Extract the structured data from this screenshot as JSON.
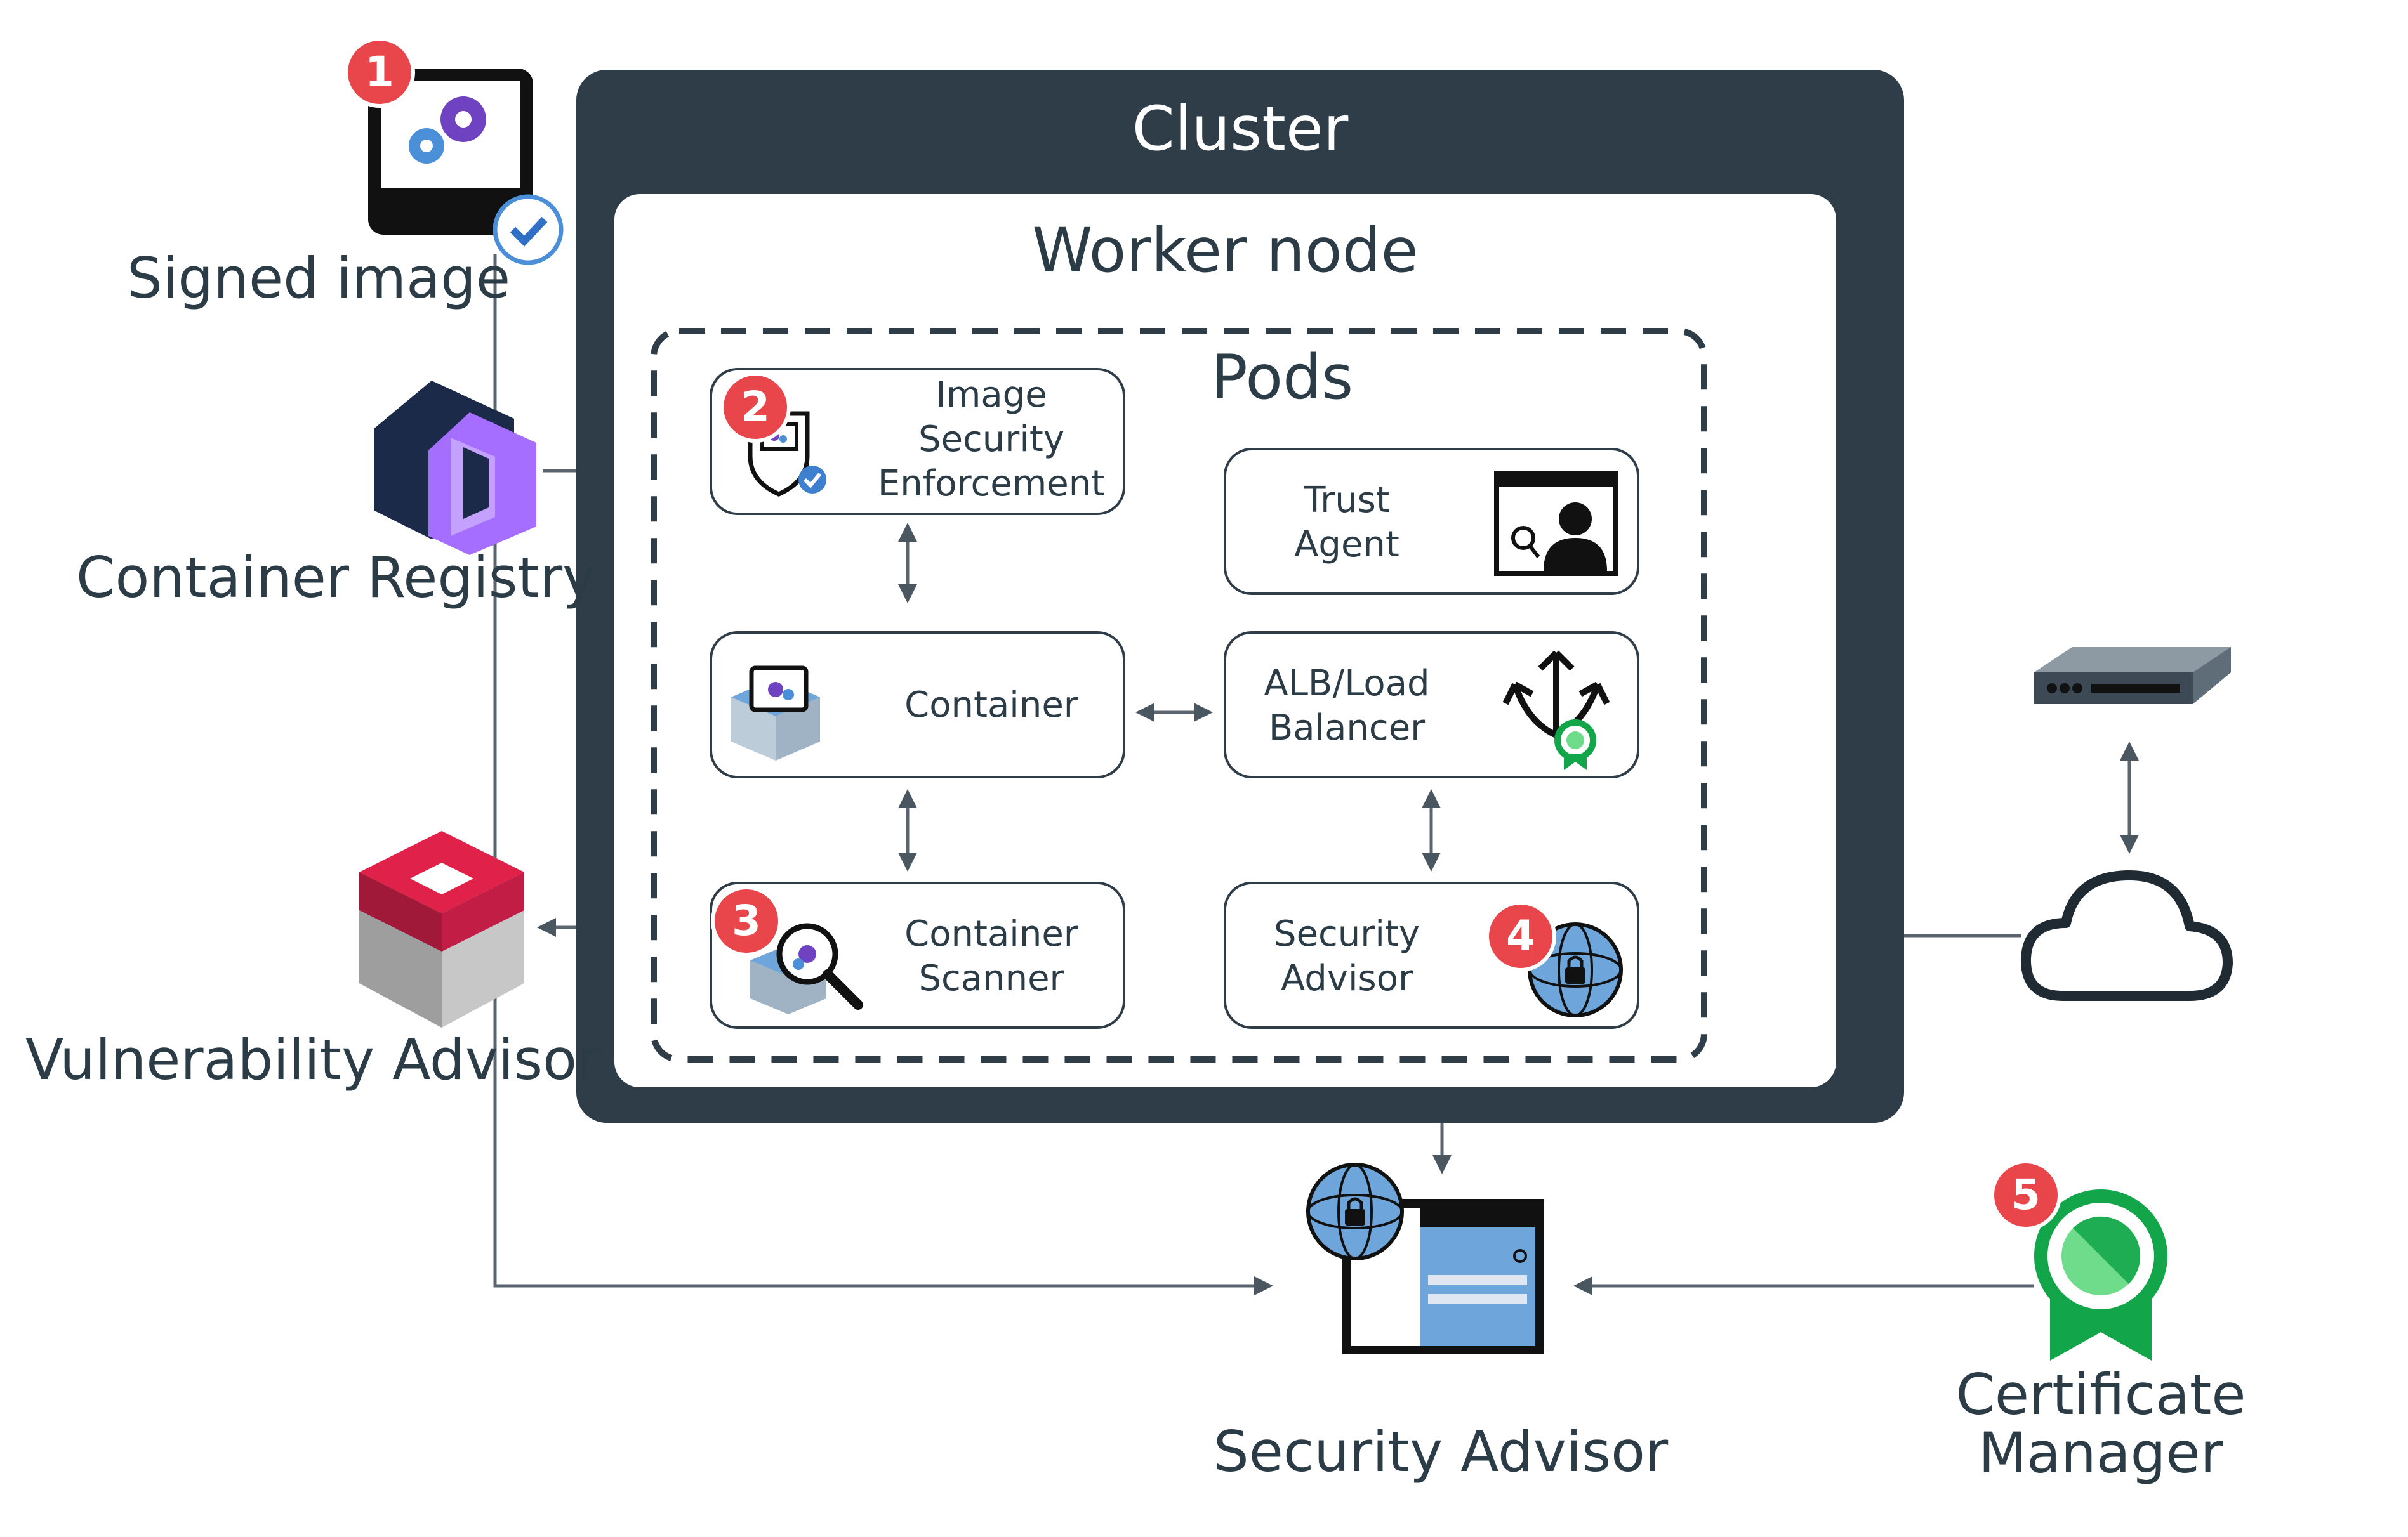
{
  "cluster": {
    "title": "Cluster"
  },
  "worker_node": {
    "title": "Worker node"
  },
  "pods": {
    "title": "Pods",
    "items": [
      {
        "line1": "Image",
        "line2": "Security",
        "line3": "Enforcement",
        "badge": "2"
      },
      {
        "line1": "Trust",
        "line2": "Agent"
      },
      {
        "line1": "Container"
      },
      {
        "line1": "ALB/Load",
        "line2": "Balancer"
      },
      {
        "line1": "Container",
        "line2": "Scanner",
        "badge": "3"
      },
      {
        "line1": "Security",
        "line2": "Advisor",
        "badge": "4"
      }
    ]
  },
  "external": {
    "signed_image": {
      "label": "Signed image",
      "badge": "1"
    },
    "container_registry": {
      "label": "Container Registry"
    },
    "vulnerability_advisor": {
      "label": "Vulnerability Advisor"
    },
    "security_advisor": {
      "label": "Security Advisor"
    },
    "certificate_manager": {
      "line1": "Certificate",
      "line2": "Manager",
      "badge": "5"
    }
  },
  "colors": {
    "cluster_bg": "#2f3d48",
    "badge": "#e8464b",
    "registry_purple": "#a56eff",
    "vuln_red": "#e0224a",
    "cert_green": "#12a54a",
    "advisor_blue": "#6ea6dc"
  }
}
